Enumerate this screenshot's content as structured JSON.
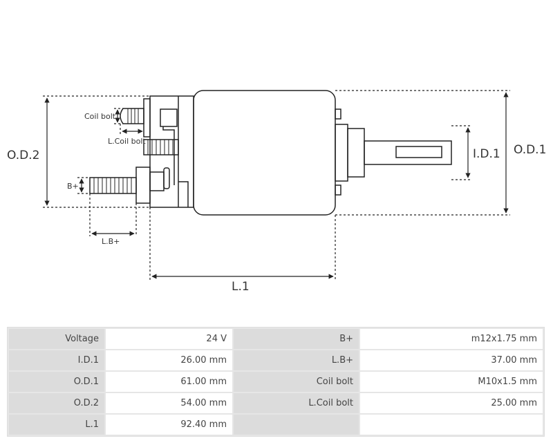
{
  "diagram": {
    "labels": {
      "od2": "O.D.2",
      "od1": "O.D.1",
      "id1": "I.D.1",
      "l1": "L.1",
      "coil_bolt": "Coil bolt",
      "l_coil_bolt": "L.Coil bolt",
      "b_plus": "B+",
      "l_b_plus": "L.B+"
    }
  },
  "specs": [
    {
      "label": "Voltage",
      "value": "24 V",
      "label2": "B+",
      "value2": "m12x1.75 mm"
    },
    {
      "label": "I.D.1",
      "value": "26.00 mm",
      "label2": "L.B+",
      "value2": "37.00 mm"
    },
    {
      "label": "O.D.1",
      "value": "61.00 mm",
      "label2": "Coil bolt",
      "value2": "M10x1.5 mm"
    },
    {
      "label": "O.D.2",
      "value": "54.00 mm",
      "label2": "L.Coil bolt",
      "value2": "25.00 mm"
    },
    {
      "label": "L.1",
      "value": "92.40 mm",
      "label2": "",
      "value2": ""
    }
  ]
}
